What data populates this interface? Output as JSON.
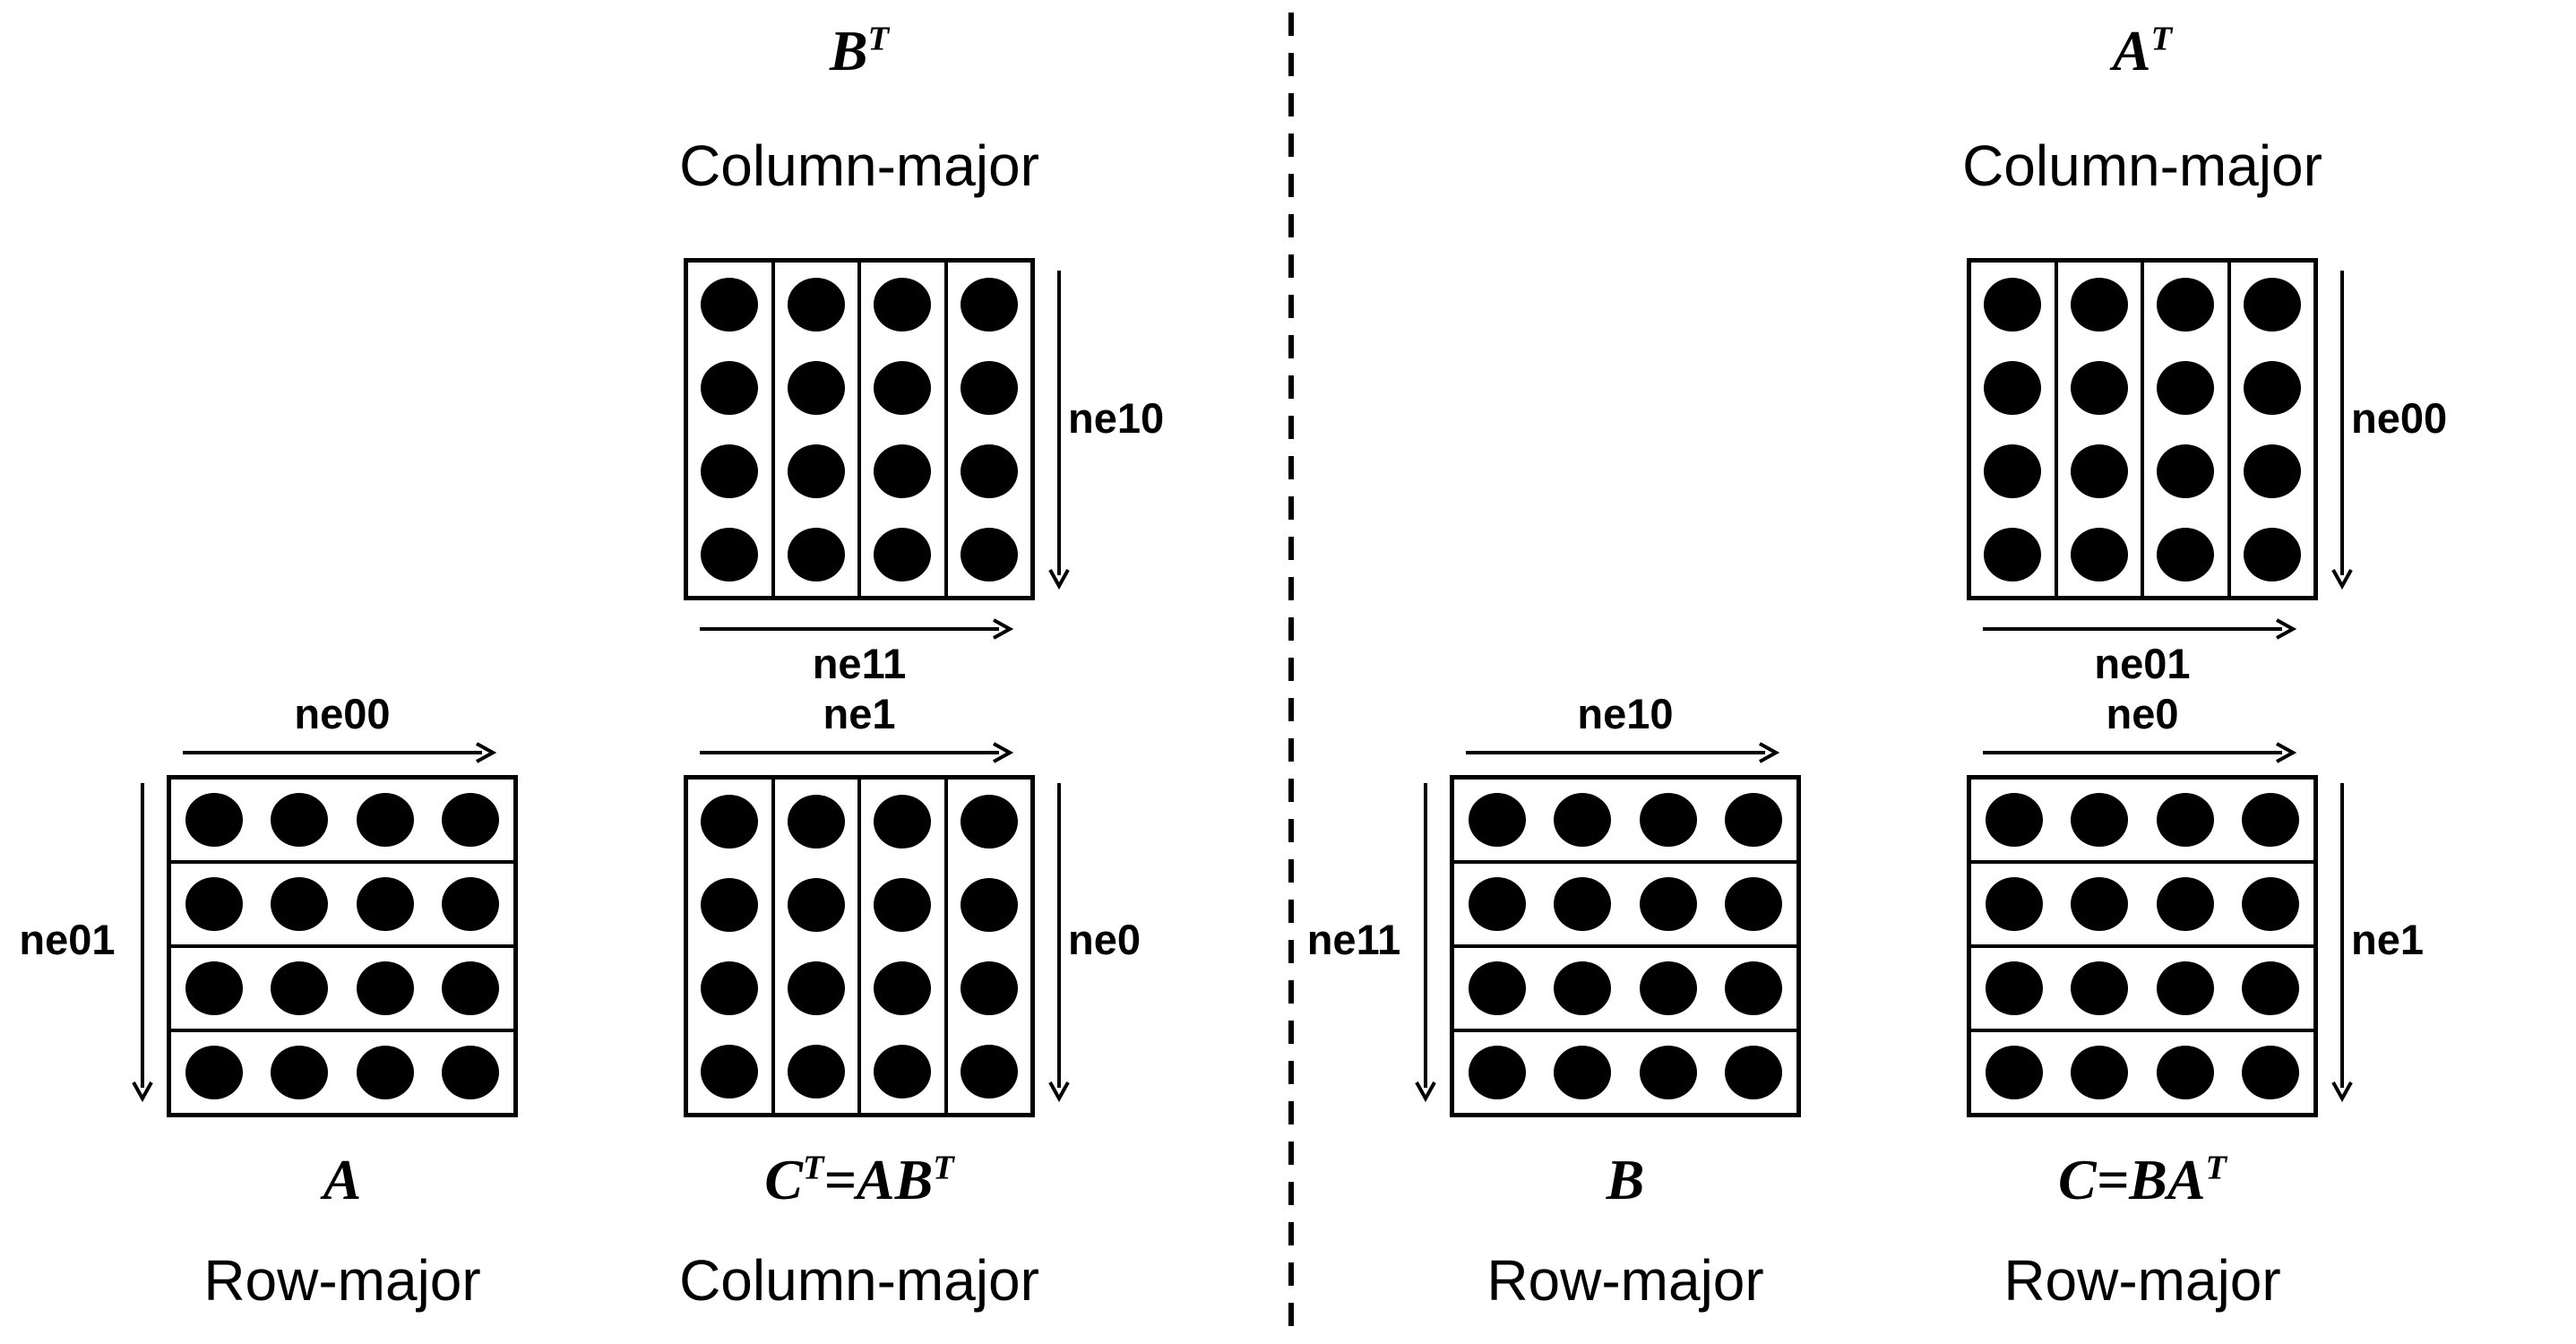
{
  "colors": {
    "ink": "#000000",
    "background": "#ffffff"
  },
  "matrices": {
    "bt": {
      "title_p1": "B",
      "title_s1": "T",
      "storage": "Column-major",
      "orientation": "column",
      "rows": 4,
      "cols": 4,
      "arrow_right": "ne10",
      "arrow_bottom": "ne11"
    },
    "a": {
      "title_p1": "A",
      "storage": "Row-major",
      "orientation": "row",
      "rows": 4,
      "cols": 4,
      "arrow_top": "ne00",
      "arrow_left": "ne01"
    },
    "ct": {
      "title_p1": "C",
      "title_s1": "T",
      "title_p2": "=AB",
      "title_s2": "T",
      "storage": "Column-major",
      "orientation": "column",
      "rows": 4,
      "cols": 4,
      "arrow_top": "ne1",
      "arrow_right": "ne0"
    },
    "at": {
      "title_p1": "A",
      "title_s1": "T",
      "storage": "Column-major",
      "orientation": "column",
      "rows": 4,
      "cols": 4,
      "arrow_right": "ne00",
      "arrow_bottom": "ne01"
    },
    "b": {
      "title_p1": "B",
      "storage": "Row-major",
      "orientation": "row",
      "rows": 4,
      "cols": 4,
      "arrow_top": "ne10",
      "arrow_left": "ne11"
    },
    "c": {
      "title_p1": "C=BA",
      "title_s1": "T",
      "storage": "Row-major",
      "orientation": "row",
      "rows": 4,
      "cols": 4,
      "arrow_top": "ne0",
      "arrow_right": "ne1"
    }
  }
}
